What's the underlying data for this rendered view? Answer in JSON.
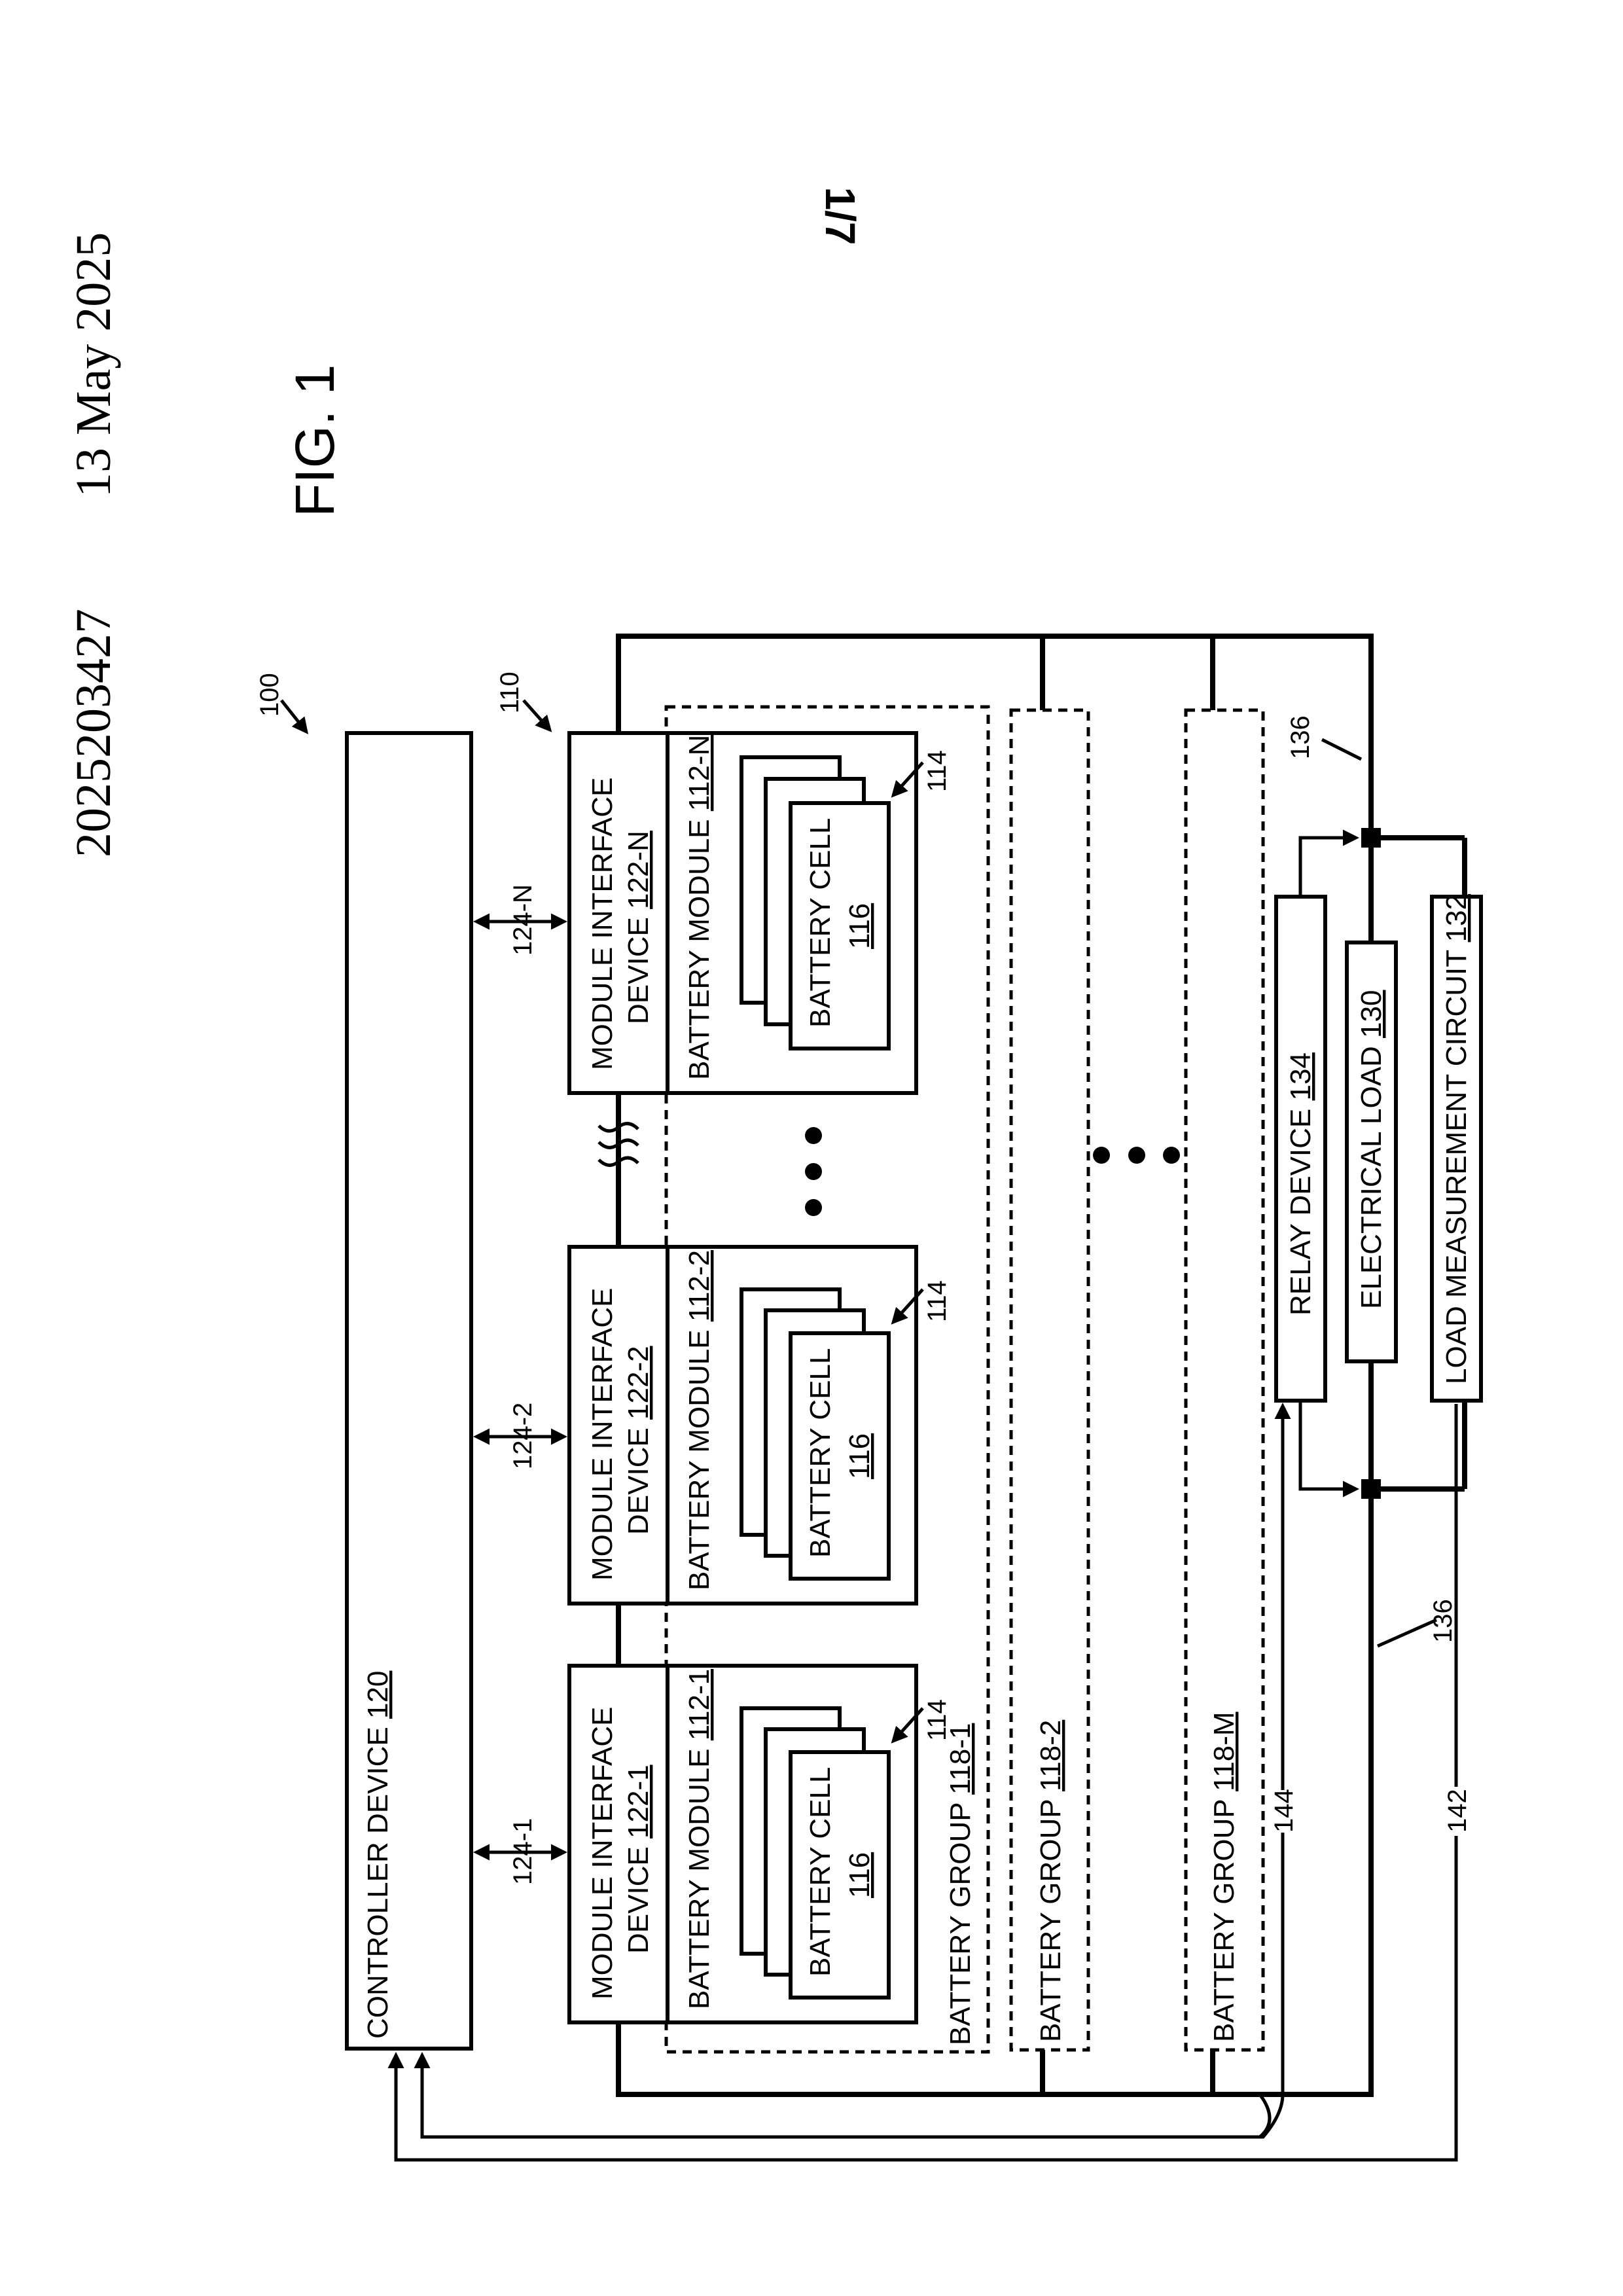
{
  "header": {
    "publication_number": "2025203427",
    "date": "13 May 2025",
    "sheet": "1/7",
    "figure": "FIG. 1"
  },
  "refs": {
    "system": "100",
    "pack": "110",
    "cell_group": "114",
    "bus_top": "136",
    "bus_bottom": "136",
    "line_144": "144",
    "line_142": "142"
  },
  "controller": {
    "label": "CONTROLLER DEVICE ",
    "num": "120"
  },
  "modules": [
    {
      "link": "124-1",
      "mid_line1": "MODULE INTERFACE",
      "mid_line2": "DEVICE ",
      "mid_num": "122-1",
      "bm_label": "BATTERY MODULE ",
      "bm_num": "112-1",
      "cell_label": "BATTERY CELL",
      "cell_num": "116",
      "ref": "114"
    },
    {
      "link": "124-2",
      "mid_line1": "MODULE INTERFACE",
      "mid_line2": "DEVICE ",
      "mid_num": "122-2",
      "bm_label": "BATTERY MODULE ",
      "bm_num": "112-2",
      "cell_label": "BATTERY CELL",
      "cell_num": "116",
      "ref": "114"
    },
    {
      "link": "124-N",
      "mid_line1": "MODULE INTERFACE",
      "mid_line2": "DEVICE ",
      "mid_num": "122-N",
      "bm_label": "BATTERY MODULE ",
      "bm_num": "112-N",
      "cell_label": "BATTERY CELL",
      "cell_num": "116",
      "ref": "114"
    }
  ],
  "groups": [
    {
      "label": "BATTERY GROUP ",
      "num": "118-1"
    },
    {
      "label": "BATTERY GROUP ",
      "num": "118-2"
    },
    {
      "label": "BATTERY GROUP ",
      "num": "118-M"
    }
  ],
  "relay": {
    "label": "RELAY DEVICE ",
    "num": "134"
  },
  "load": {
    "label": "ELECTRICAL LOAD ",
    "num": "130"
  },
  "measure": {
    "label": "LOAD MEASUREMENT CIRCUIT ",
    "num": "132"
  }
}
